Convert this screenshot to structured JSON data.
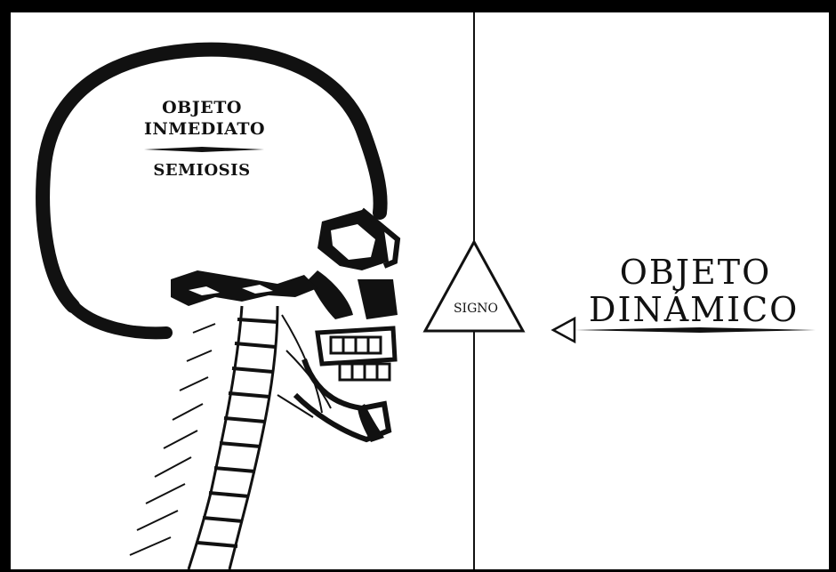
{
  "diagram": {
    "immediate_object": {
      "line1": "OBJETO",
      "line2": "INMEDIATO",
      "below": "SEMIOSIS"
    },
    "sign": "SIGNO",
    "dynamic_object": {
      "line1": "OBJETO",
      "line2": "DINÁMICO"
    }
  },
  "colors": {
    "ink": "#111111",
    "paper": "#ffffff",
    "frame": "#000000"
  },
  "illustration": "skull-and-spine-xray-silhouette"
}
